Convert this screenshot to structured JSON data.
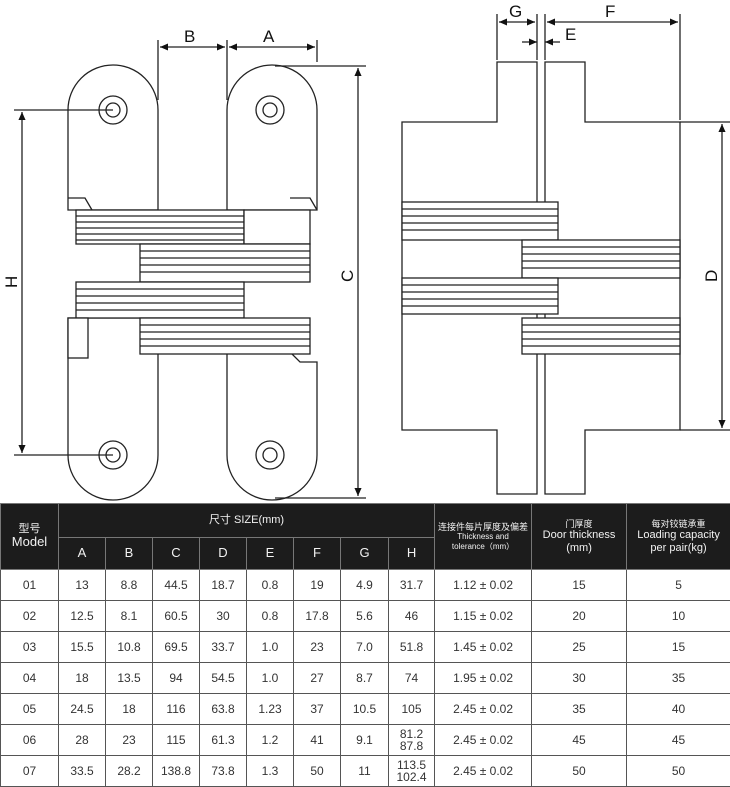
{
  "drawing": {
    "dimension_labels": [
      "A",
      "B",
      "C",
      "D",
      "E",
      "F",
      "G",
      "H"
    ]
  },
  "table": {
    "model_header_cn": "型号",
    "model_header_en": "Model",
    "size_header": "尺寸 SIZE(mm)",
    "size_columns": [
      "A",
      "B",
      "C",
      "D",
      "E",
      "F",
      "G",
      "H"
    ],
    "thickness_header_cn": "连接件每片厚度及偏差",
    "thickness_header_en1": "Thickness and",
    "thickness_header_en2": "tolerance（mm）",
    "door_header_cn": "门厚度",
    "door_header_en": "Door thickness",
    "door_header_unit": "(mm)",
    "load_header_cn": "每对铰链承重",
    "load_header_en1": "Loading capacity",
    "load_header_en2": "per pair(kg)",
    "rows": [
      {
        "model": "01",
        "a": "13",
        "b": "8.8",
        "c": "44.5",
        "d": "18.7",
        "e": "0.8",
        "f": "19",
        "g": "4.9",
        "h1": "31.7",
        "h2": "",
        "thickness": "1.12 ± 0.02",
        "door": "15",
        "load": "5"
      },
      {
        "model": "02",
        "a": "12.5",
        "b": "8.1",
        "c": "60.5",
        "d": "30",
        "e": "0.8",
        "f": "17.8",
        "g": "5.6",
        "h1": "46",
        "h2": "",
        "thickness": "1.15 ± 0.02",
        "door": "20",
        "load": "10"
      },
      {
        "model": "03",
        "a": "15.5",
        "b": "10.8",
        "c": "69.5",
        "d": "33.7",
        "e": "1.0",
        "f": "23",
        "g": "7.0",
        "h1": "51.8",
        "h2": "",
        "thickness": "1.45 ± 0.02",
        "door": "25",
        "load": "15"
      },
      {
        "model": "04",
        "a": "18",
        "b": "13.5",
        "c": "94",
        "d": "54.5",
        "e": "1.0",
        "f": "27",
        "g": "8.7",
        "h1": "74",
        "h2": "",
        "thickness": "1.95 ± 0.02",
        "door": "30",
        "load": "35"
      },
      {
        "model": "05",
        "a": "24.5",
        "b": "18",
        "c": "116",
        "d": "63.8",
        "e": "1.23",
        "f": "37",
        "g": "10.5",
        "h1": "105",
        "h2": "",
        "thickness": "2.45 ± 0.02",
        "door": "35",
        "load": "40"
      },
      {
        "model": "06",
        "a": "28",
        "b": "23",
        "c": "115",
        "d": "61.3",
        "e": "1.2",
        "f": "41",
        "g": "9.1",
        "h1": "81.2",
        "h2": "87.8",
        "thickness": "2.45 ± 0.02",
        "door": "45",
        "load": "45"
      },
      {
        "model": "07",
        "a": "33.5",
        "b": "28.2",
        "c": "138.8",
        "d": "73.8",
        "e": "1.3",
        "f": "50",
        "g": "11",
        "h1": "113.5",
        "h2": "102.4",
        "thickness": "2.45 ± 0.02",
        "door": "50",
        "load": "50"
      }
    ]
  }
}
